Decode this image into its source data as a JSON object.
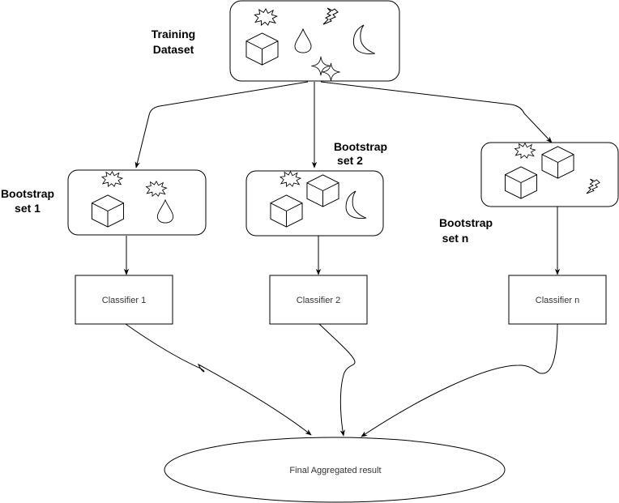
{
  "diagram": {
    "training": {
      "label_line1": "Training",
      "label_line2": "Dataset",
      "icons": [
        "burst-icon",
        "lightning-icon",
        "cube-icon",
        "drop-icon",
        "moon-icon",
        "star-icon",
        "star-icon"
      ]
    },
    "bootstraps": [
      {
        "label_line1": "Bootstrap",
        "label_line2": "set 1",
        "icons": [
          "burst-icon",
          "burst-icon",
          "cube-icon",
          "drop-icon"
        ]
      },
      {
        "label_line1": "Bootstrap",
        "label_line2": "set 2",
        "icons": [
          "burst-icon",
          "cube-icon",
          "cube-icon",
          "moon-icon"
        ]
      },
      {
        "label_line1": "Bootstrap",
        "label_line2": "set n",
        "icons": [
          "burst-icon",
          "cube-icon",
          "cube-icon",
          "lightning-icon"
        ]
      }
    ],
    "classifiers": [
      {
        "label": "Classifier 1"
      },
      {
        "label": "Classifier 2"
      },
      {
        "label": "Classifier n"
      }
    ],
    "result": {
      "label": "Final Aggregated result"
    }
  }
}
